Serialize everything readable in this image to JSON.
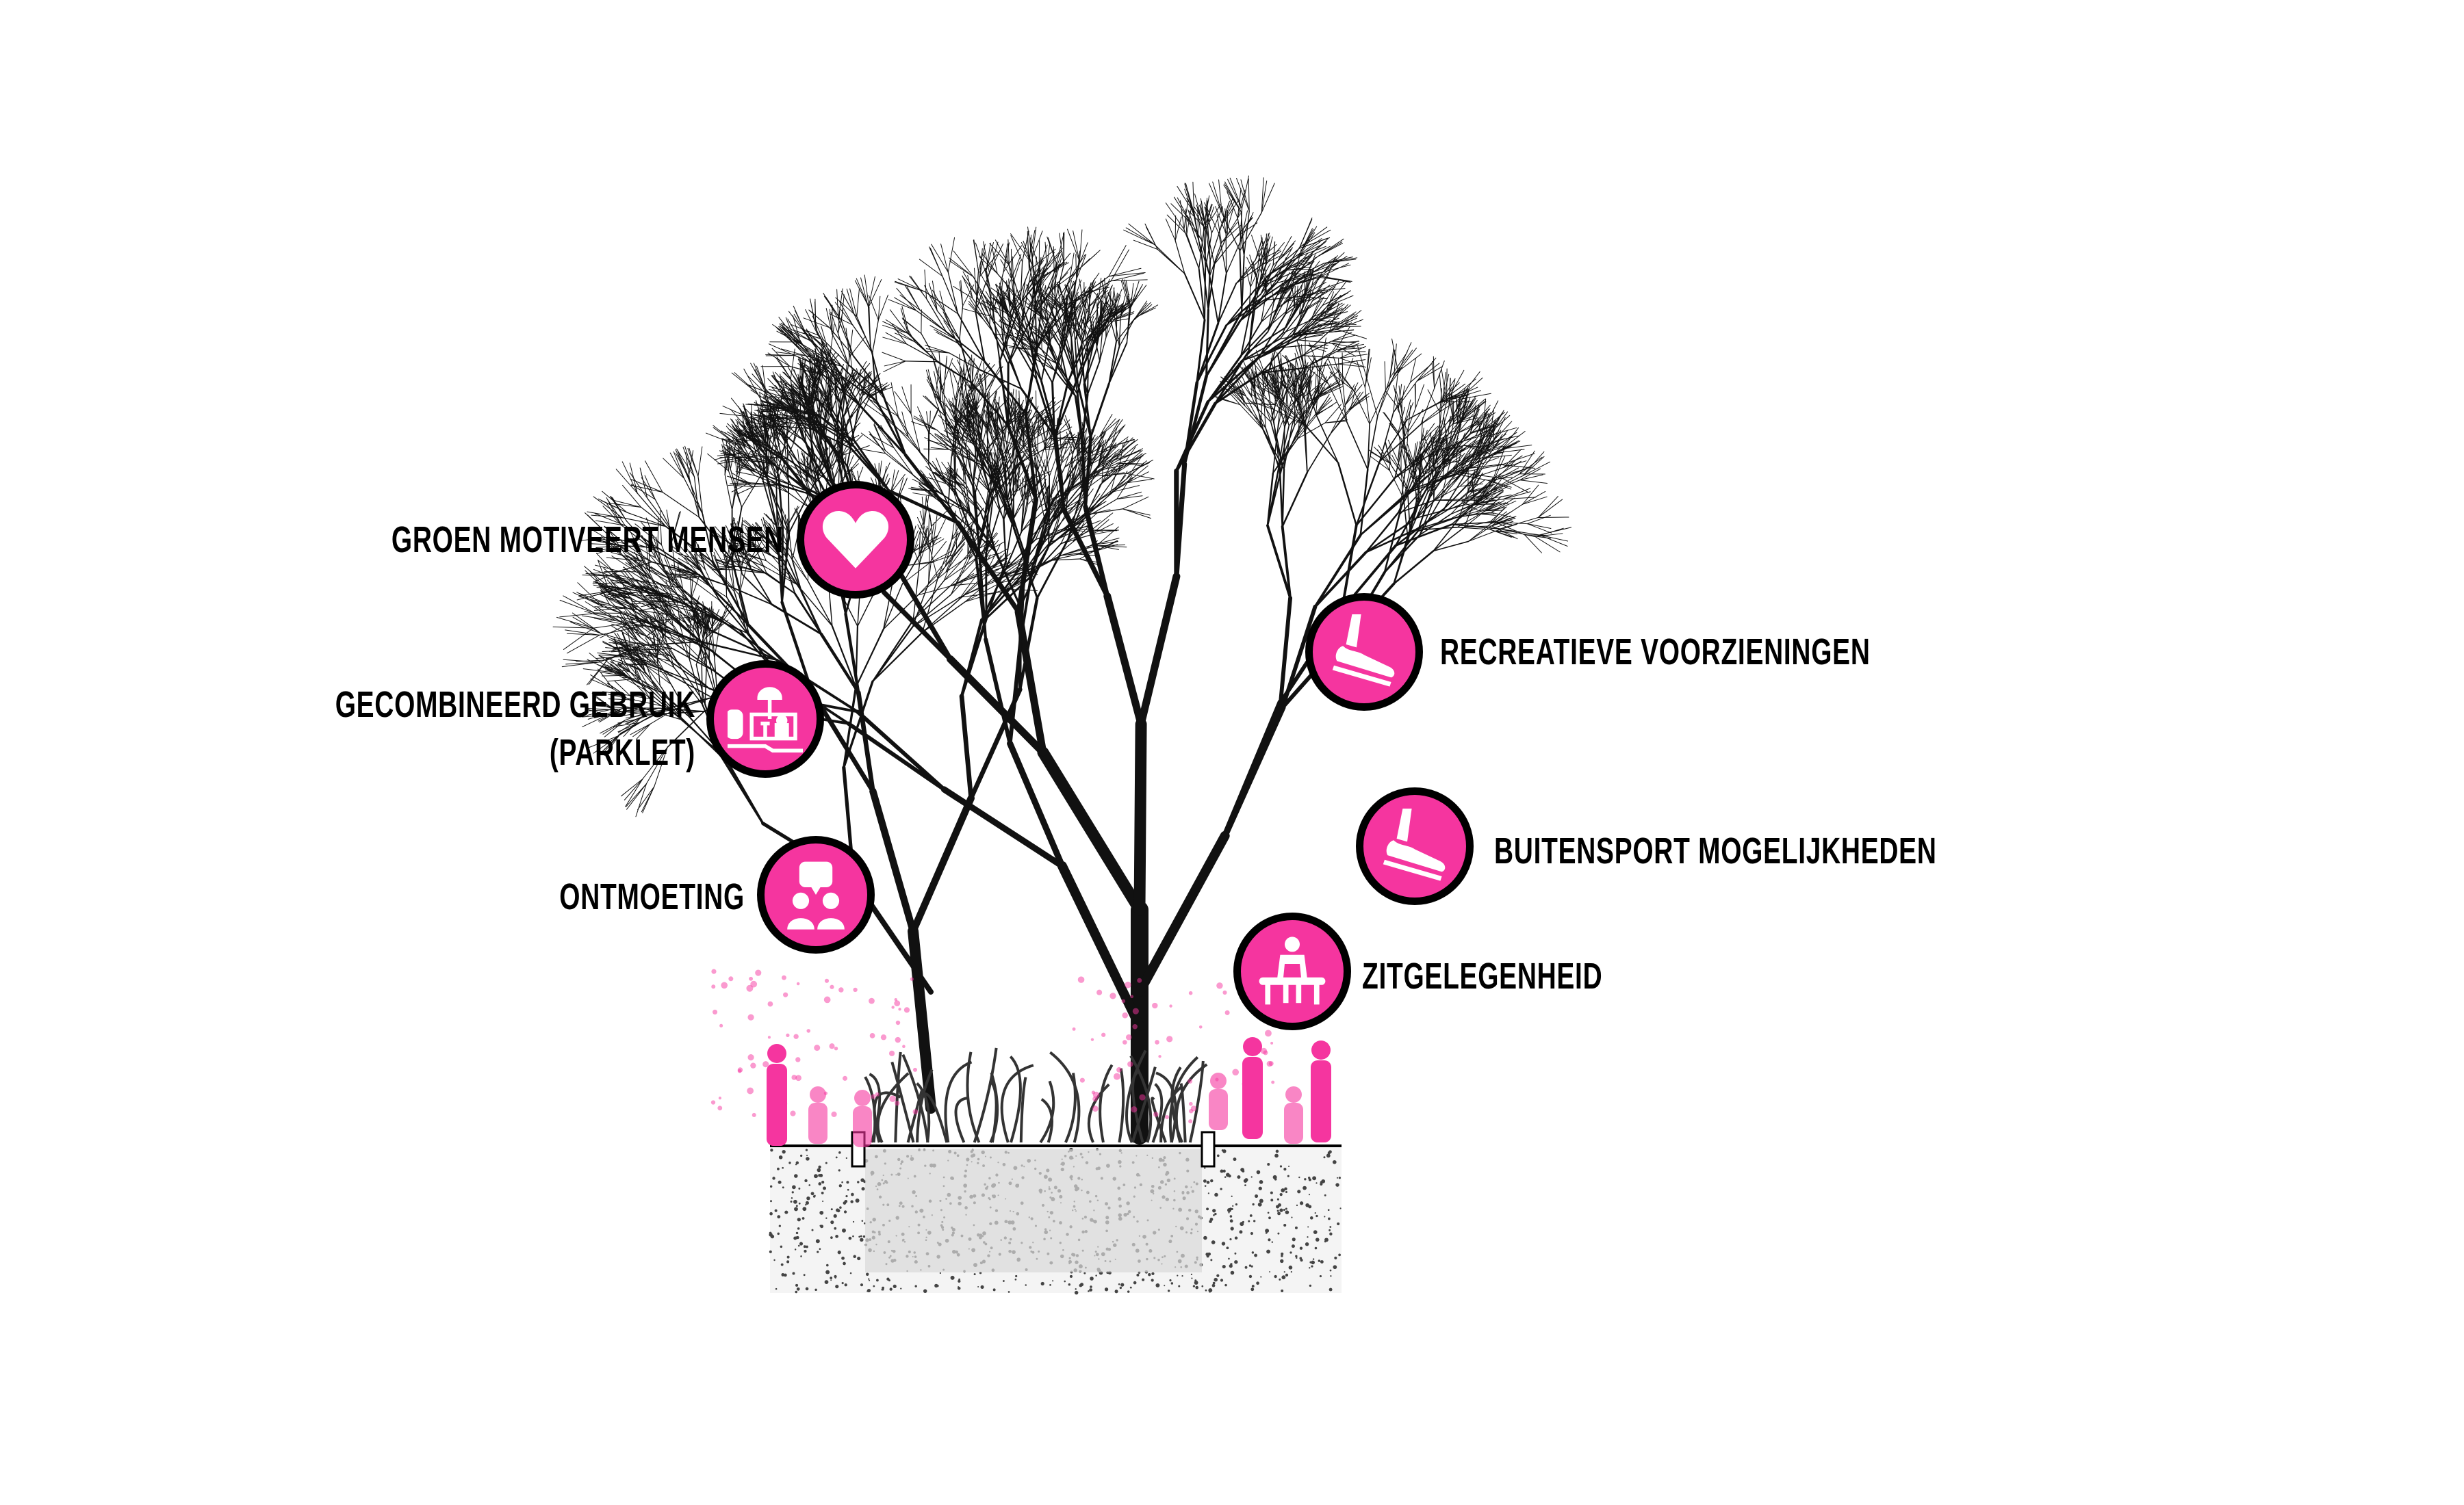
{
  "labels": {
    "groen": "GROEN MOTIVEERT MENSEN",
    "gecombineerd_line1": "GECOMBINEERD GEBRUIK",
    "gecombineerd_line2": "(PARKLET)",
    "ontmoeting": "ONTMOETING",
    "recreatieve": "RECREATIEVE VOORZIENINGEN",
    "buitensport": "BUITENSPORT MOGELIJKHEDEN",
    "zitgelegenheid": "ZITGELEGENHEID"
  },
  "icons": [
    "heart-icon",
    "parklet-icon",
    "meeting-icon",
    "sneaker-icon",
    "sneaker-icon",
    "bench-sitting-icon"
  ],
  "colors": {
    "accent": "#f5359f",
    "ring": "#000000",
    "text": "#000000"
  }
}
